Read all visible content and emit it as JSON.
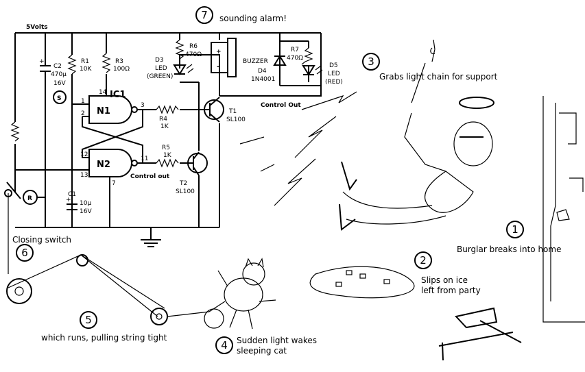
{
  "circuit": {
    "supply": "5Volts",
    "r1": {
      "name": "R1",
      "value": "10K"
    },
    "r3": {
      "name": "R3",
      "value": "100Ω"
    },
    "c2": {
      "name": "C2",
      "value": "470μ",
      "voltage": "16V"
    },
    "s_marker": "S",
    "r_marker": "R",
    "ic": "IC1",
    "gate1": "N1",
    "gate2": "N2",
    "pins": [
      "14",
      "1",
      "2",
      "3",
      "12",
      "13",
      "11",
      "7"
    ],
    "r6": {
      "name": "R6",
      "value": "470Ω"
    },
    "d3": {
      "name": "D3",
      "line1": "LED",
      "line2": "(GREEN)"
    },
    "buzzer": "BUZZER",
    "r7": {
      "name": "R7",
      "value": "470Ω"
    },
    "d4": {
      "name": "D4",
      "value": "1N4001"
    },
    "d5": {
      "name": "D5",
      "line1": "LED",
      "line2": "(RED)"
    },
    "r4": {
      "name": "R4",
      "value": "1K"
    },
    "r5": {
      "name": "R5",
      "value": "1K"
    },
    "t1": {
      "name": "T1",
      "value": "SL100"
    },
    "t2": {
      "name": "T2",
      "value": "SL100"
    },
    "c1": {
      "name": "C1",
      "value": "10μ",
      "voltage": "16V"
    },
    "control_out_1": "Control Out",
    "control_out_2": "Control out"
  },
  "steps": [
    {
      "number": "1",
      "text": "Burglar breaks into home"
    },
    {
      "number": "2",
      "line1": "Slips on ice",
      "line2": "left from party"
    },
    {
      "number": "3",
      "text": "Grabs light chain for support"
    },
    {
      "number": "4",
      "line1": "Sudden light wakes",
      "line2": "sleeping cat"
    },
    {
      "number": "5",
      "text": "which runs, pulling string tight"
    },
    {
      "number": "6",
      "text": "Closing switch"
    },
    {
      "number": "7",
      "text": "sounding alarm!"
    }
  ]
}
